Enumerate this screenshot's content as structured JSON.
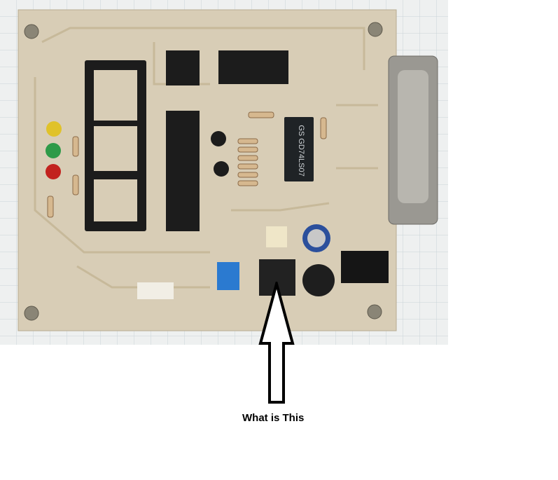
{
  "photo": {
    "subject": "circuit-board-photo",
    "chip_label": "GS GD74LS07",
    "colors": {
      "paper": "#eef0f0",
      "grid": "#c9d3d8",
      "pcb": "#d8cdb6",
      "trace": "#c7b99a",
      "socket": "#1c1c1c"
    }
  },
  "annotation": {
    "caption": "What is This"
  }
}
